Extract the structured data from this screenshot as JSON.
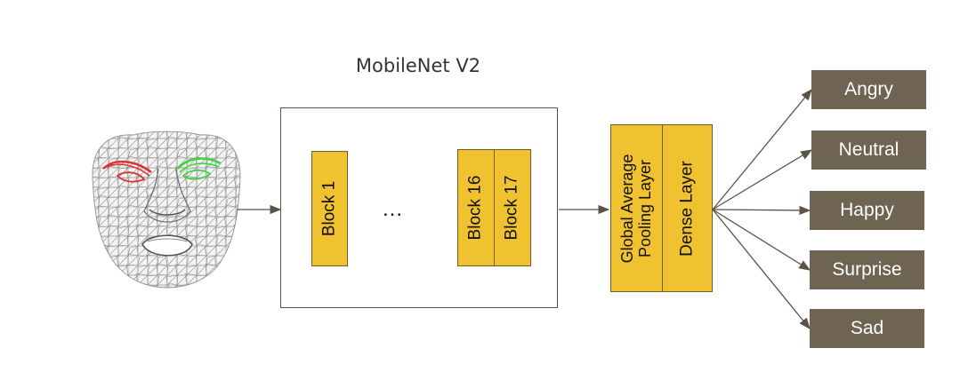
{
  "diagram": {
    "title": "MobileNet V2",
    "blocks": [
      "Block 1",
      "Block 16",
      "Block 17"
    ],
    "ellipsis": "...",
    "pooling_layer": "Global Average\nPooling Layer",
    "dense_layer": "Dense Layer",
    "classes": [
      "Angry",
      "Neutral",
      "Happy",
      "Surprise",
      "Sad"
    ]
  },
  "colors": {
    "block_fill": "#f0c230",
    "class_fill": "#6f6352",
    "arrow": "#5b5347",
    "eyebrow_left": "#e03030",
    "eyebrow_right": "#39d639"
  },
  "icons": {
    "face": "face-mesh-icon"
  }
}
